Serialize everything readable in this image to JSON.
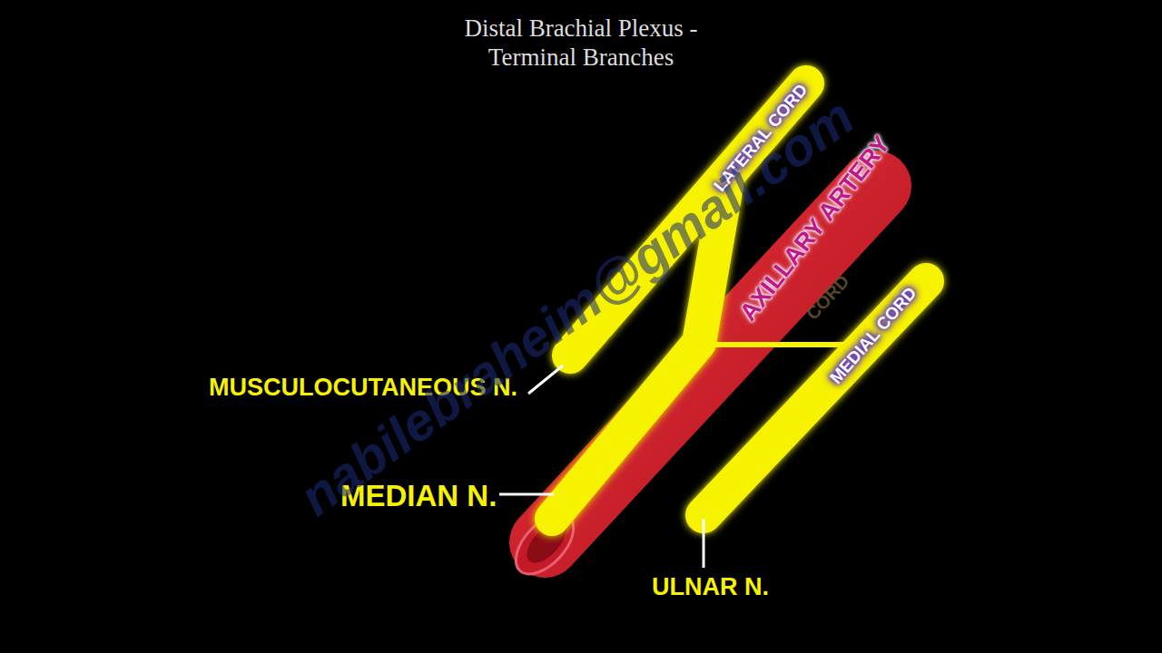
{
  "diagram": {
    "title": "Distal Brachial Plexus - Terminal Branches",
    "labels": [
      "LATERAL CORD",
      "AXILLARY ARTERY",
      "CORD",
      "MEDIAL CORD",
      "MUSCULOCUTANEOUS N.",
      "MEDIAN N.",
      "ULNAR N.",
      "nabilebraheim@gmail.com"
    ]
  }
}
